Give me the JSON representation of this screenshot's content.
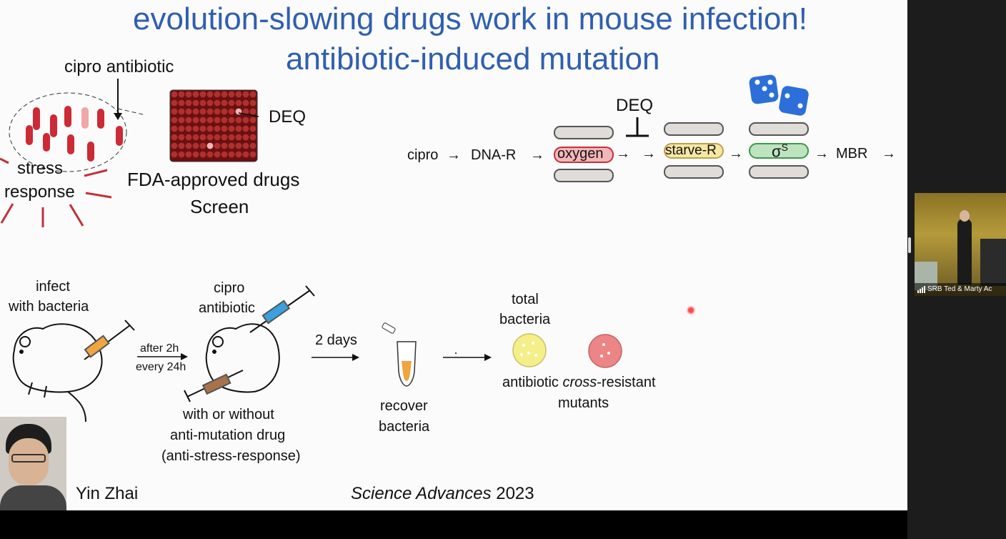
{
  "slide": {
    "title_line1": "evolution-slowing drugs work in mouse infection!",
    "title_line2": "antibiotic-induced mutation",
    "cipro_antibiotic": "cipro antibiotic",
    "stress_label": "stress",
    "response_label": "response",
    "deq_plate_label": "DEQ",
    "fda_label": "FDA-approved drugs",
    "screen_label": "Screen",
    "pathway": {
      "deq_inhibitor": "DEQ",
      "cipro": "cipro",
      "dna_r": "DNA-R",
      "oxygen": "oxygen",
      "starve_r": "starve-R",
      "sigma": "σ",
      "sigma_sup": "S",
      "mbr": "MBR",
      "arrow": "→"
    },
    "infect_line1": "infect",
    "infect_line2": "with bacteria",
    "after_2h": "after 2h",
    "every_24h": "every 24h",
    "cipro_line1": "cipro",
    "cipro_line2": "antibiotic",
    "two_days": "2 days",
    "total_line1": "total",
    "total_line2": "bacteria",
    "with_or_without": "with or without",
    "anti_mutation": "anti-mutation drug",
    "anti_stress": "(anti-stress-response)",
    "recover_line1": "recover",
    "recover_line2": "bacteria",
    "antibiotic_word": "antibiotic ",
    "cross_word": "cross",
    "resistant_word": "-resistant",
    "mutants": "mutants",
    "author": "Yin Zhai",
    "journal": "Science Advances",
    "year": " 2023"
  },
  "video": {
    "participant_label": "SRB Ted & Marty Ac"
  },
  "colors": {
    "title_blue": "#2f5fb0",
    "well_red": "#b03030",
    "oxygen_fill": "#f4b7b7",
    "starve_fill": "#f7e7a6",
    "sigma_fill": "#bfe3bf",
    "dice_blue": "#2c6fd8"
  }
}
